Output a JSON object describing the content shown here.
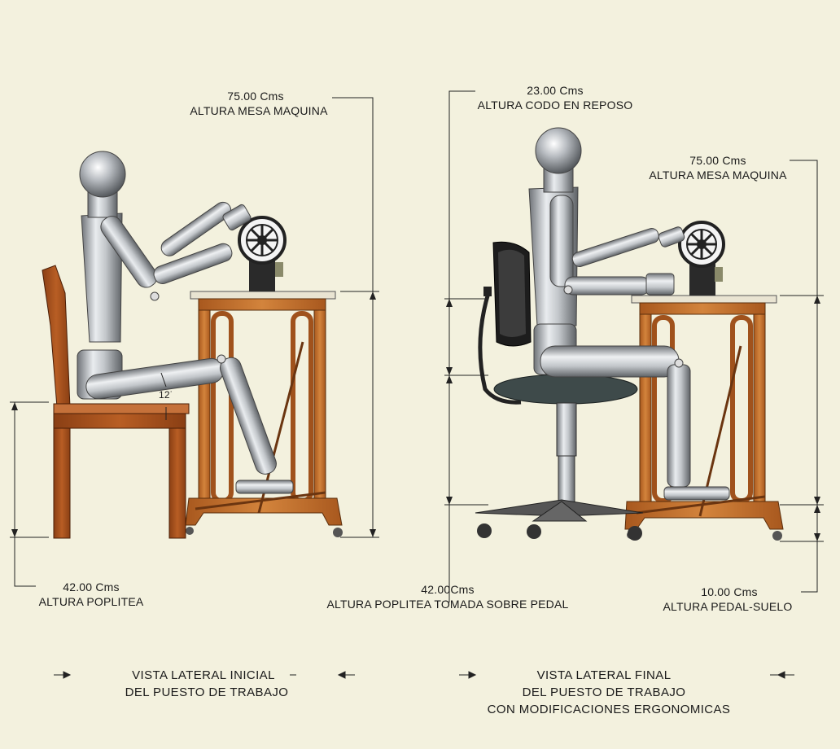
{
  "left_view": {
    "table_height": {
      "value": "75.00 Cms",
      "label": "ALTURA MESA MAQUINA"
    },
    "popliteal_height": {
      "value": "42.00 Cms",
      "label": "ALTURA POPLITEA"
    },
    "knee_angle": "12",
    "title_lines": [
      "VISTA LATERAL INICIAL",
      "DEL PUESTO DE TRABAJO"
    ]
  },
  "right_view": {
    "elbow_height": {
      "value": "23.00 Cms",
      "label": "ALTURA CODO EN REPOSO"
    },
    "table_height": {
      "value": "75.00 Cms",
      "label": "ALTURA MESA MAQUINA"
    },
    "popliteal_height": {
      "value": "42.00Cms",
      "label": "ALTURA POPLITEA TOMADA SOBRE PEDAL"
    },
    "pedal_height": {
      "value": "10.00 Cms",
      "label": "ALTURA PEDAL-SUELO"
    },
    "title_lines": [
      "VISTA LATERAL FINAL",
      "DEL PUESTO DE TRABAJO",
      "CON MODIFICACIONES ERGONOMICAS"
    ]
  },
  "colors": {
    "background": "#f3f1de",
    "wood": "#c8732e",
    "chair_wood": "#a8521c",
    "metal": "#b9bcc0",
    "office_chair_seat": "#3e4a4a"
  }
}
